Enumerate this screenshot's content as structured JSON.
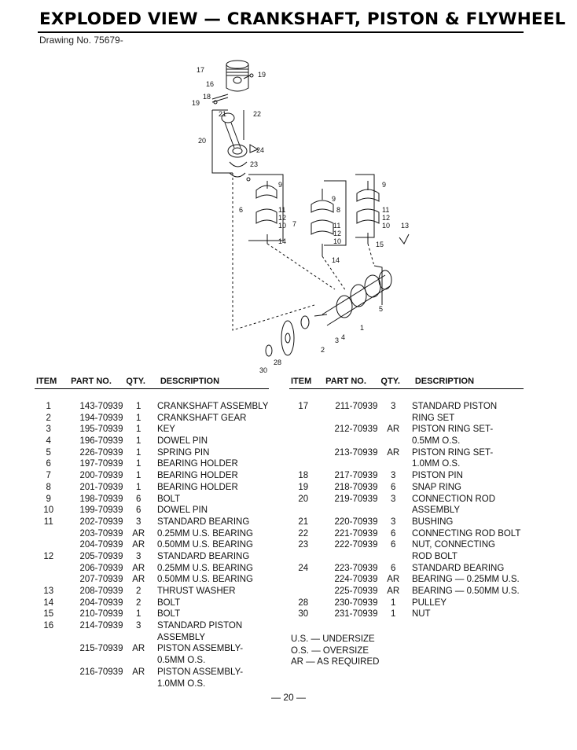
{
  "title": "EXPLODED VIEW — CRANKSHAFT, PISTON & FLYWHEEL",
  "drawing_no": "Drawing No. 75679-",
  "headers": {
    "item": "ITEM",
    "part": "PART NO.",
    "qty": "QTY.",
    "desc": "DESCRIPTION"
  },
  "callouts": [
    "17",
    "19",
    "16",
    "18",
    "19",
    "21",
    "22",
    "20",
    "24",
    "23",
    "9",
    "6",
    "11",
    "12",
    "10",
    "14",
    "9",
    "8",
    "7",
    "11",
    "12",
    "10",
    "14",
    "9",
    "11",
    "12",
    "10",
    "13",
    "15",
    "5",
    "1",
    "3",
    "4",
    "2",
    "28",
    "30"
  ],
  "left_rows": [
    {
      "item": "1",
      "part": "143-70939",
      "qty": "1",
      "desc": "CRANKSHAFT ASSEMBLY"
    },
    {
      "item": "2",
      "part": "194-70939",
      "qty": "1",
      "desc": "CRANKSHAFT GEAR"
    },
    {
      "item": "3",
      "part": "195-70939",
      "qty": "1",
      "desc": "KEY"
    },
    {
      "item": "4",
      "part": "196-70939",
      "qty": "1",
      "desc": "DOWEL PIN"
    },
    {
      "item": "5",
      "part": "226-70939",
      "qty": "1",
      "desc": "SPRING PIN"
    },
    {
      "item": "6",
      "part": "197-70939",
      "qty": "1",
      "desc": "BEARING HOLDER"
    },
    {
      "item": "7",
      "part": "200-70939",
      "qty": "1",
      "desc": "BEARING HOLDER"
    },
    {
      "item": "8",
      "part": "201-70939",
      "qty": "1",
      "desc": "BEARING HOLDER"
    },
    {
      "item": "9",
      "part": "198-70939",
      "qty": "6",
      "desc": "BOLT"
    },
    {
      "item": "10",
      "part": "199-70939",
      "qty": "6",
      "desc": "DOWEL PIN"
    },
    {
      "item": "11",
      "part": "202-70939",
      "qty": "3",
      "desc": "STANDARD BEARING"
    },
    {
      "item": "",
      "part": "203-70939",
      "qty": "AR",
      "desc": "0.25MM U.S. BEARING"
    },
    {
      "item": "",
      "part": "204-70939",
      "qty": "AR",
      "desc": "0.50MM U.S. BEARING"
    },
    {
      "item": "12",
      "part": "205-70939",
      "qty": "3",
      "desc": "STANDARD BEARING"
    },
    {
      "item": "",
      "part": "206-70939",
      "qty": "AR",
      "desc": "0.25MM U.S. BEARING"
    },
    {
      "item": "",
      "part": "207-70939",
      "qty": "AR",
      "desc": "0.50MM U.S. BEARING"
    },
    {
      "item": "13",
      "part": "208-70939",
      "qty": "2",
      "desc": "THRUST WASHER"
    },
    {
      "item": "14",
      "part": "204-70939",
      "qty": "2",
      "desc": "BOLT"
    },
    {
      "item": "15",
      "part": "210-70939",
      "qty": "1",
      "desc": "BOLT"
    },
    {
      "item": "16",
      "part": "214-70939",
      "qty": "3",
      "desc": "STANDARD PISTON"
    },
    {
      "item": "",
      "part": "",
      "qty": "",
      "desc": "ASSEMBLY"
    },
    {
      "item": "",
      "part": "215-70939",
      "qty": "AR",
      "desc": "PISTON ASSEMBLY-"
    },
    {
      "item": "",
      "part": "",
      "qty": "",
      "desc": "0.5MM O.S."
    },
    {
      "item": "",
      "part": "216-70939",
      "qty": "AR",
      "desc": "PISTON ASSEMBLY-"
    },
    {
      "item": "",
      "part": "",
      "qty": "",
      "desc": "1.0MM O.S."
    }
  ],
  "right_rows": [
    {
      "item": "17",
      "part": "211-70939",
      "qty": "3",
      "desc": "STANDARD PISTON"
    },
    {
      "item": "",
      "part": "",
      "qty": "",
      "desc": "RING SET"
    },
    {
      "item": "",
      "part": "212-70939",
      "qty": "AR",
      "desc": "PISTON RING SET-"
    },
    {
      "item": "",
      "part": "",
      "qty": "",
      "desc": "0.5MM O.S."
    },
    {
      "item": "",
      "part": "213-70939",
      "qty": "AR",
      "desc": "PISTON RING SET-"
    },
    {
      "item": "",
      "part": "",
      "qty": "",
      "desc": "1.0MM O.S."
    },
    {
      "item": "18",
      "part": "217-70939",
      "qty": "3",
      "desc": "PISTON PIN"
    },
    {
      "item": "19",
      "part": "218-70939",
      "qty": "6",
      "desc": "SNAP RING"
    },
    {
      "item": "20",
      "part": "219-70939",
      "qty": "3",
      "desc": "CONNECTION ROD"
    },
    {
      "item": "",
      "part": "",
      "qty": "",
      "desc": "ASSEMBLY"
    },
    {
      "item": "21",
      "part": "220-70939",
      "qty": "3",
      "desc": "BUSHING"
    },
    {
      "item": "22",
      "part": "221-70939",
      "qty": "6",
      "desc": "CONNECTING ROD BOLT"
    },
    {
      "item": "23",
      "part": "222-70939",
      "qty": "6",
      "desc": "NUT, CONNECTING"
    },
    {
      "item": "",
      "part": "",
      "qty": "",
      "desc": "ROD BOLT"
    },
    {
      "item": "24",
      "part": "223-70939",
      "qty": "6",
      "desc": "STANDARD BEARING"
    },
    {
      "item": "",
      "part": "224-70939",
      "qty": "AR",
      "desc": "BEARING — 0.25MM U.S."
    },
    {
      "item": "",
      "part": "225-70939",
      "qty": "AR",
      "desc": "BEARING — 0.50MM U.S."
    },
    {
      "item": "28",
      "part": "230-70939",
      "qty": "1",
      "desc": "PULLEY"
    },
    {
      "item": "30",
      "part": "231-70939",
      "qty": "1",
      "desc": "NUT"
    }
  ],
  "legend": [
    "U.S. — UNDERSIZE",
    "O.S. — OVERSIZE",
    "AR — AS REQUIRED"
  ],
  "page_number": "— 20 —"
}
